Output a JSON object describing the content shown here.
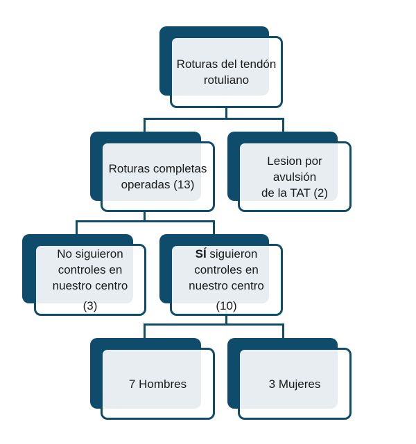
{
  "nodes": {
    "root": {
      "line1": "Roturas del tendón",
      "line2": "rotuliano"
    },
    "complete": {
      "line1": "Roturas completas",
      "line2": "operadas (13)"
    },
    "avulsion": {
      "line1": "Lesion por avulsión",
      "line2": "de la TAT (2)"
    },
    "no_followup": {
      "line1": "No siguieron",
      "line2": "controles en",
      "line3": "nuestro centro",
      "count": "(3)"
    },
    "yes_followup": {
      "bold": "SÍ",
      "line1_rest": " siguieron",
      "line2": "controles en",
      "line3": "nuestro centro",
      "count": "(10)"
    },
    "men": {
      "label": "7 Hombres"
    },
    "women": {
      "label": "3 Mujeres"
    }
  },
  "colors": {
    "dark": "#0f4c6c"
  }
}
